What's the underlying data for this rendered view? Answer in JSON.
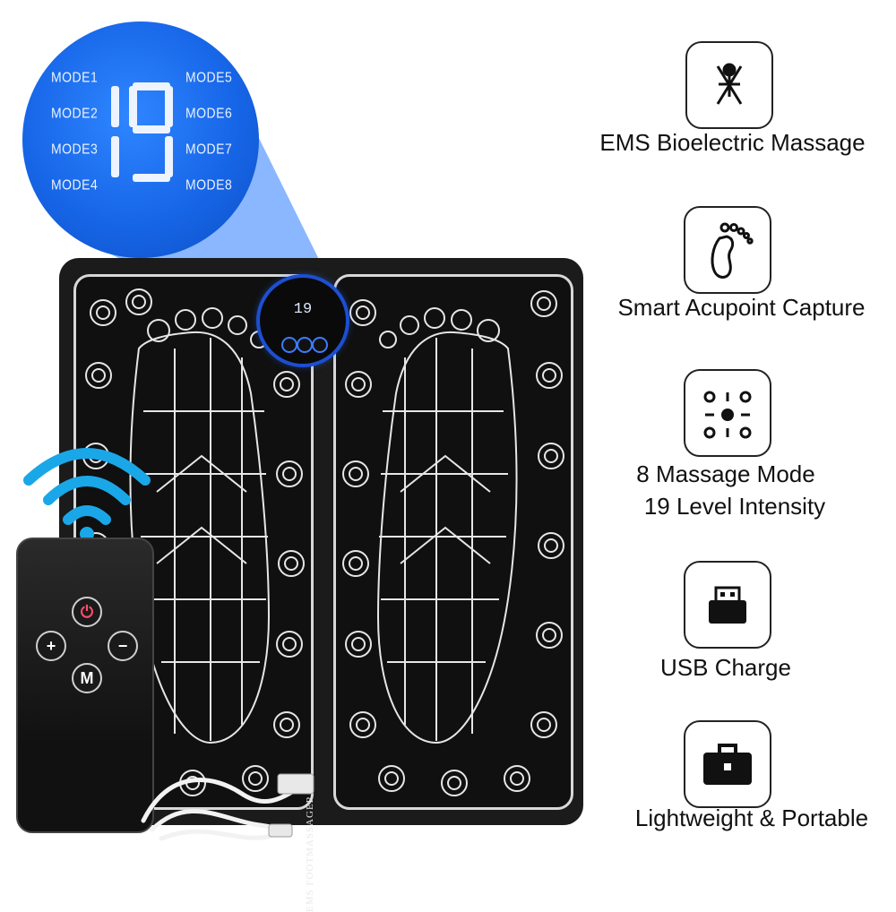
{
  "zoom_display": {
    "modes": [
      "MODE1",
      "MODE2",
      "MODE3",
      "MODE4",
      "MODE5",
      "MODE6",
      "MODE7",
      "MODE8"
    ],
    "level": "19"
  },
  "mat": {
    "label": "EMS FOOTMASSAGER",
    "controller_display": "19"
  },
  "remote": {
    "buttons": {
      "power": "⏻",
      "plus": "+",
      "minus": "−",
      "mode": "M"
    }
  },
  "features": [
    {
      "icon": "ems-icon",
      "text": "EMS Bioelectric Massage"
    },
    {
      "icon": "foot-icon",
      "text": "Smart Acupoint Capture"
    },
    {
      "icon": "modes-grid-icon",
      "line1": "8 Massage Mode",
      "line2": "19 Level Intensity"
    },
    {
      "icon": "usb-icon",
      "text": "USB Charge"
    },
    {
      "icon": "briefcase-icon",
      "text": "Lightweight & Portable"
    }
  ],
  "colors": {
    "accent_blue": "#1766e8",
    "mat_black": "#1b1b1b",
    "line_white": "#d8d8d8"
  }
}
